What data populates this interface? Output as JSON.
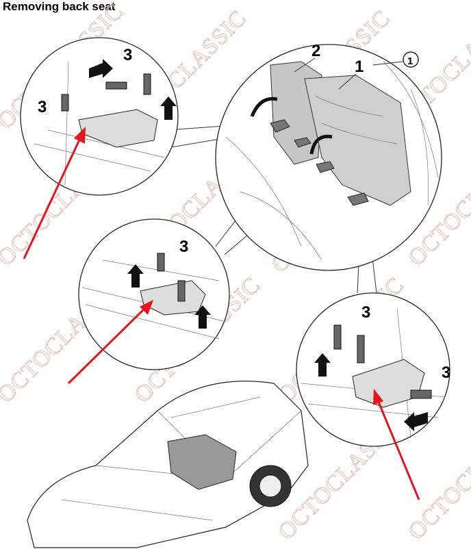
{
  "title": "Removing back seat",
  "watermark": "OCTOCLASSIC",
  "callouts": {
    "topleft_a": "3",
    "topleft_b": "3",
    "main_2": "2",
    "main_1": "1",
    "main_circled": "1",
    "middle": "3",
    "right_a": "3",
    "right_b": "3"
  },
  "colors": {
    "arrow": "#e8141c",
    "seat": "#c8c8c8",
    "watermark": "#e3bfb6"
  }
}
